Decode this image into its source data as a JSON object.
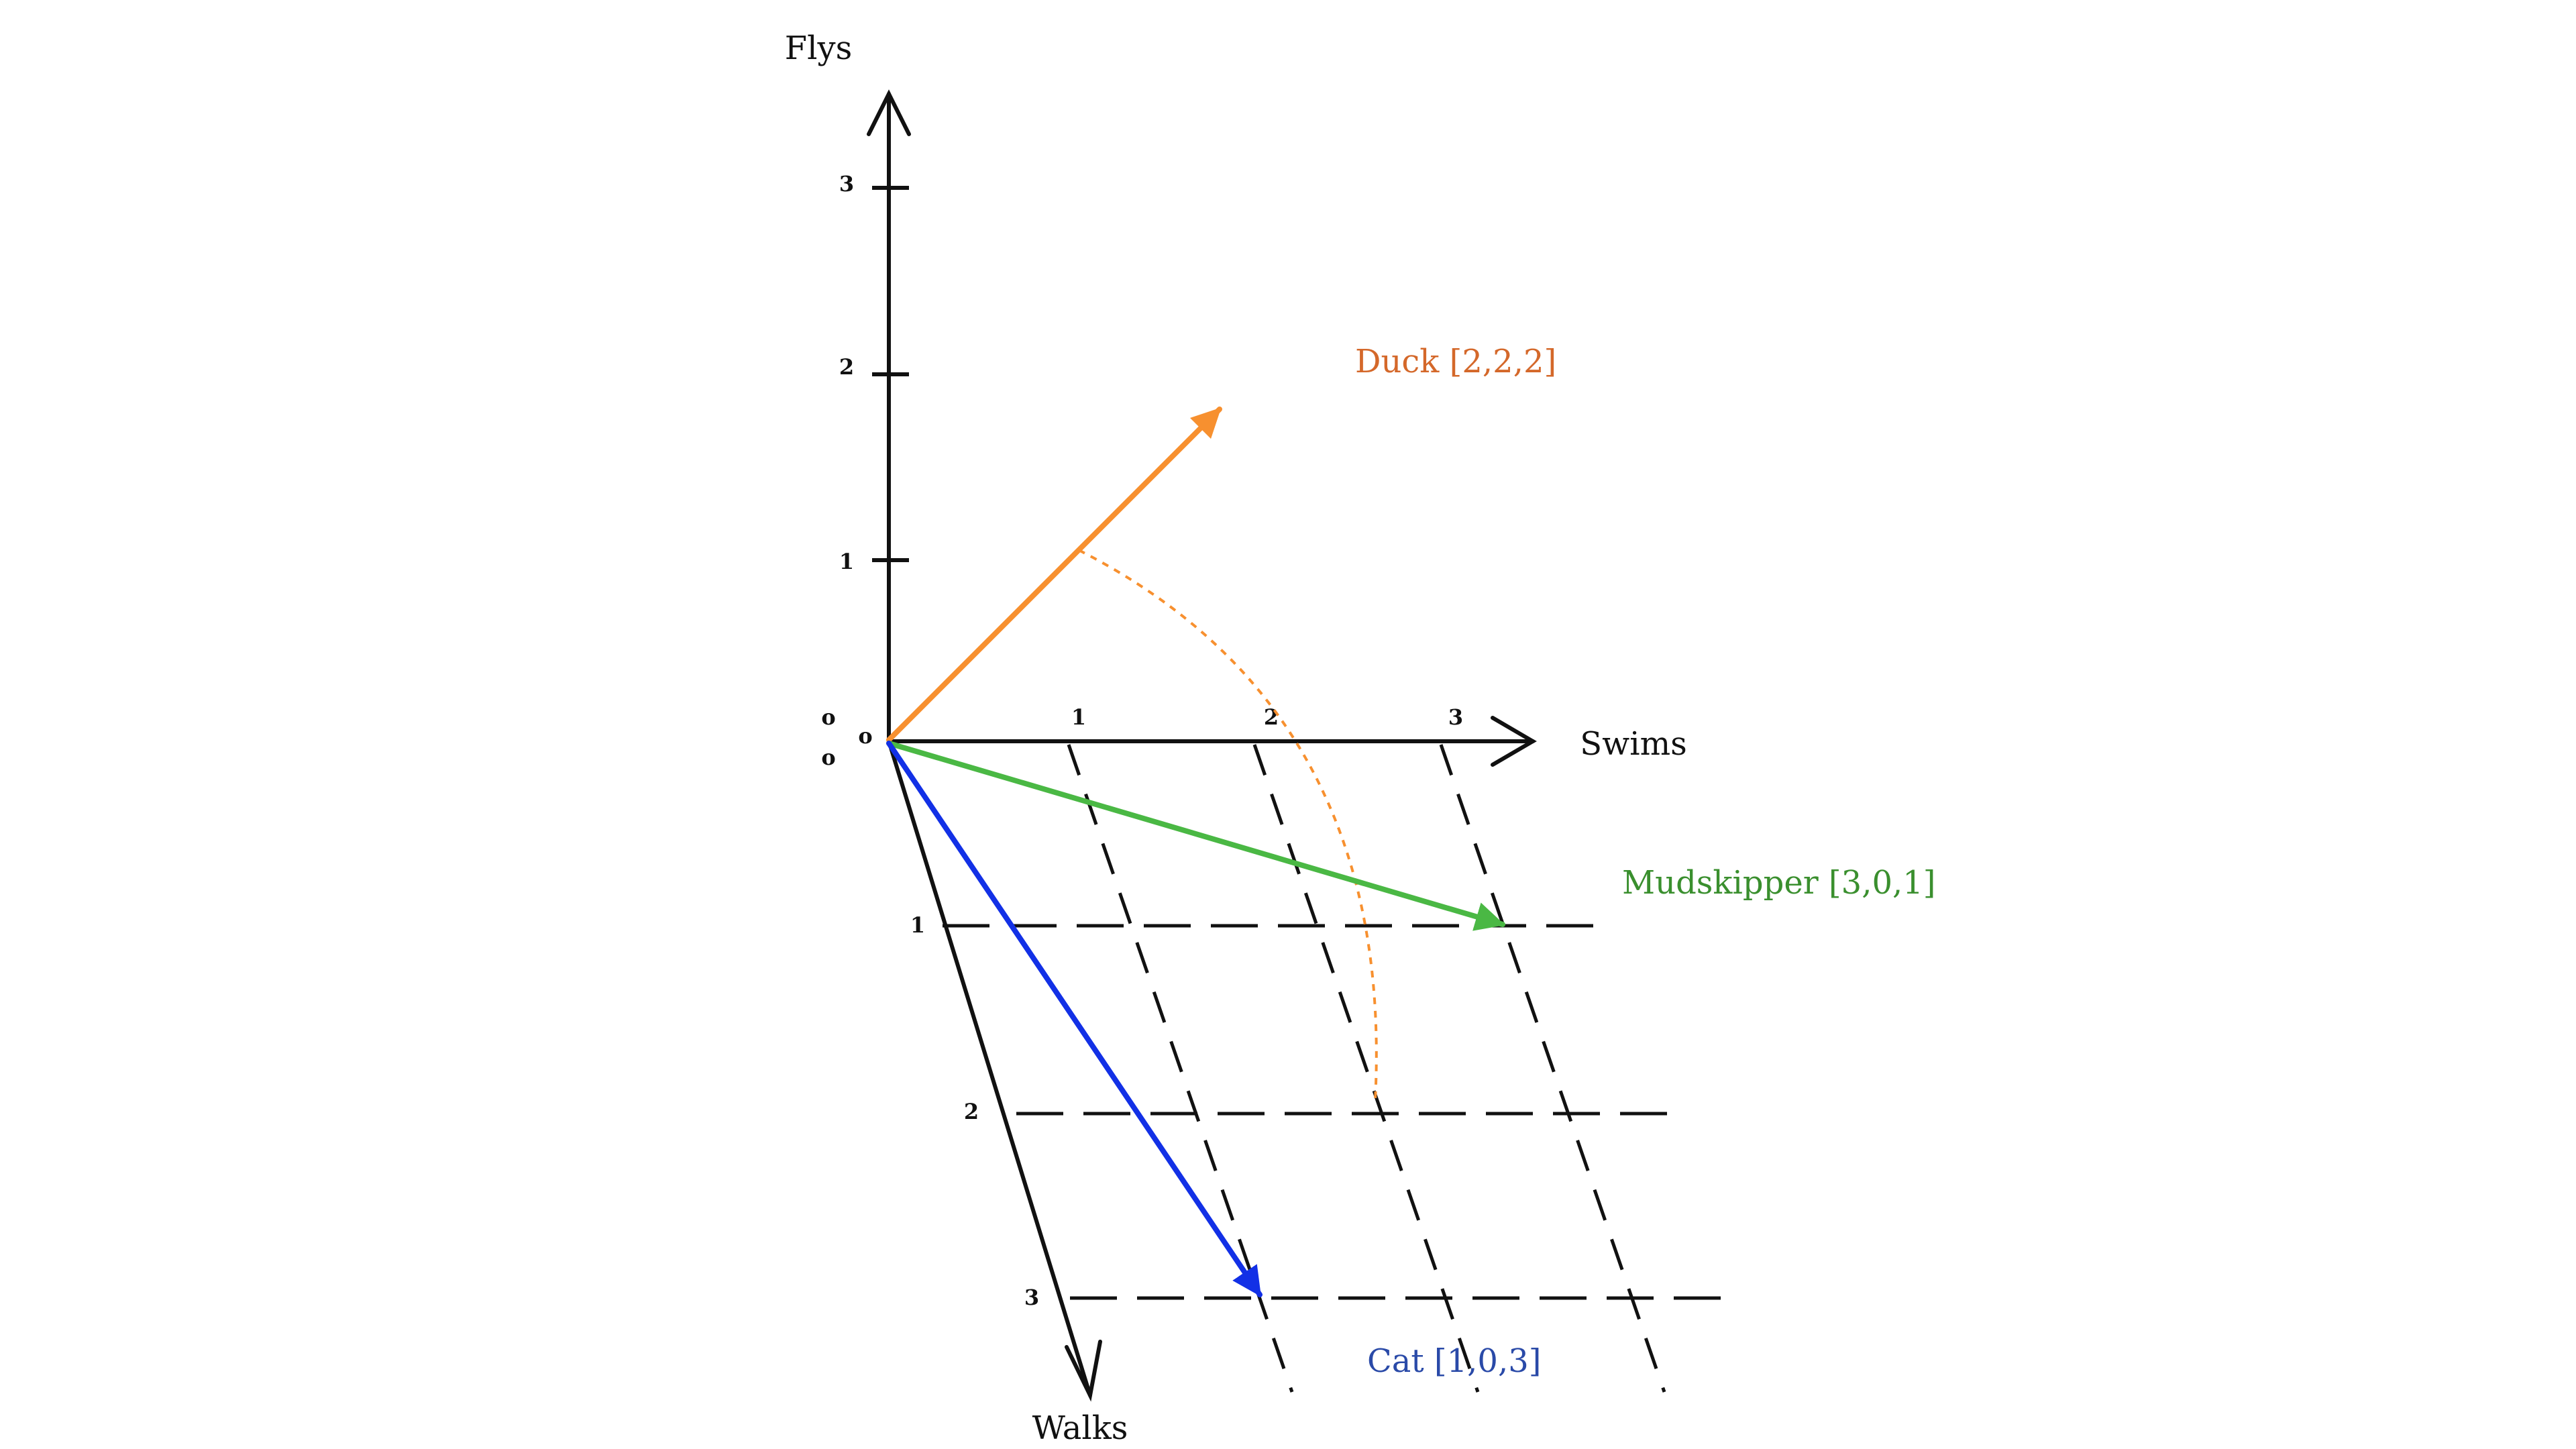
{
  "axes": {
    "flys": "Flys",
    "swims": "Swims",
    "walks": "Walks"
  },
  "ticks": {
    "flys": [
      "1",
      "2",
      "3"
    ],
    "swims": [
      "1",
      "2",
      "3"
    ],
    "walks": [
      "1",
      "2",
      "3"
    ],
    "origin": [
      "o",
      "o",
      "o"
    ]
  },
  "vectors": [
    {
      "name": "Duck",
      "label": "Duck [2,2,2]",
      "color": "#f7902f"
    },
    {
      "name": "Mudskipper",
      "label": "Mudskipper [3,0,1]",
      "color": "#4ab844"
    },
    {
      "name": "Cat",
      "label": "Cat [1,0,3]",
      "color": "#1230e6"
    }
  ],
  "label_colors": {
    "duck": "#d4682a",
    "mudskipper": "#3a8f2e",
    "cat": "#2a4aa8"
  },
  "projection_arc_color": "#f7902f"
}
